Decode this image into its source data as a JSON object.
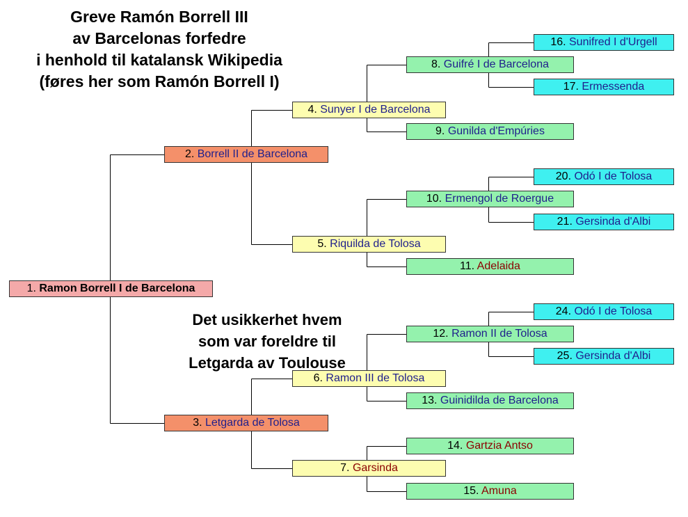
{
  "title_lines": [
    "Greve Ramón Borrell III",
    "av Barcelonas forfedre",
    "i henhold til katalansk Wikipedia",
    "(føres her som Ramón Borrell I)"
  ],
  "note_lines": [
    "Det usikkerhet hvem",
    "som var foreldre til",
    "Letgarda av Toulouse"
  ],
  "colors": {
    "gen1": "#f4a9a9",
    "gen2": "#f4906a",
    "gen3": "#fdfdb0",
    "gen4": "#94f2ad",
    "gen5": "#3ff0f0",
    "name_blue": "#1f1f8c",
    "name_red": "#8b0000"
  },
  "nodes": [
    {
      "num": "1.",
      "name": "Ramon Borrell I de Barcelona",
      "gen": 1,
      "slot": 1,
      "red": false
    },
    {
      "num": "2.",
      "name": "Borrell II de Barcelona",
      "gen": 2,
      "slot": 1,
      "red": false
    },
    {
      "num": "3.",
      "name": "Letgarda de Tolosa",
      "gen": 2,
      "slot": 2,
      "red": false
    },
    {
      "num": "4.",
      "name": "Sunyer I de Barcelona",
      "gen": 3,
      "slot": 1,
      "red": false
    },
    {
      "num": "5.",
      "name": "Riquilda de Tolosa",
      "gen": 3,
      "slot": 2,
      "red": false
    },
    {
      "num": "6.",
      "name": "Ramon III de Tolosa",
      "gen": 3,
      "slot": 3,
      "red": false
    },
    {
      "num": "7.",
      "name": "Garsinda",
      "gen": 3,
      "slot": 4,
      "red": true
    },
    {
      "num": "8.",
      "name": "Guifré I de Barcelona",
      "gen": 4,
      "slot": 1,
      "red": false
    },
    {
      "num": "9.",
      "name": "Gunilda d'Empúries",
      "gen": 4,
      "slot": 2,
      "red": false
    },
    {
      "num": "10.",
      "name": "Ermengol de Roergue",
      "gen": 4,
      "slot": 3,
      "red": false
    },
    {
      "num": "11.",
      "name": "Adelaida",
      "gen": 4,
      "slot": 4,
      "red": true
    },
    {
      "num": "12.",
      "name": "Ramon II de Tolosa",
      "gen": 4,
      "slot": 5,
      "red": false
    },
    {
      "num": "13.",
      "name": "Guinidilda de Barcelona",
      "gen": 4,
      "slot": 6,
      "red": false
    },
    {
      "num": "14.",
      "name": "Gartzia Antso",
      "gen": 4,
      "slot": 7,
      "red": true
    },
    {
      "num": "15.",
      "name": "Amuna",
      "gen": 4,
      "slot": 8,
      "red": true
    },
    {
      "num": "16.",
      "name": "Sunifred I d'Urgell",
      "gen": 5,
      "slot": 1,
      "red": false
    },
    {
      "num": "17.",
      "name": "Ermessenda",
      "gen": 5,
      "slot": 2,
      "red": false
    },
    {
      "num": "20.",
      "name": "Odó I de Tolosa",
      "gen": 5,
      "slot": 5,
      "red": false
    },
    {
      "num": "21.",
      "name": "Gersinda d'Albi",
      "gen": 5,
      "slot": 6,
      "red": false
    },
    {
      "num": "24.",
      "name": "Odó I de Tolosa",
      "gen": 5,
      "slot": 9,
      "red": false
    },
    {
      "num": "25.",
      "name": "Gersinda d'Albi",
      "gen": 5,
      "slot": 10,
      "red": false
    }
  ]
}
